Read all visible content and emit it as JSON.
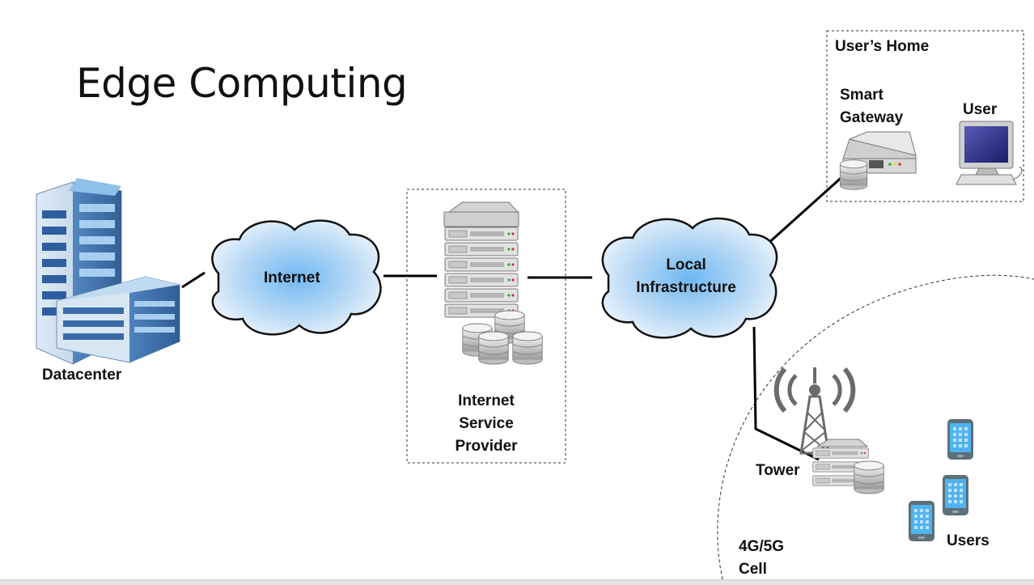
{
  "slide": {
    "title": "Edge Computing"
  },
  "nodes": {
    "datacenter": "Datacenter",
    "internet": "Internet",
    "isp": [
      "Internet",
      "Service",
      "Provider"
    ],
    "local_infrastructure": [
      "Local",
      "Infrastructure"
    ],
    "users_home": "User’s Home",
    "smart_gateway": [
      "Smart",
      "Gateway"
    ],
    "user": "User",
    "tower": "Tower",
    "users": "Users",
    "cell": [
      "4G/5G",
      "Cell"
    ]
  },
  "colors": {
    "cloud_fill": "#cde4f7",
    "cloud_center": "#6fb8f2",
    "phone_screen": "#4fb3f0",
    "link_line": "#000000"
  },
  "icons": [
    "building-icon",
    "cloud-icon",
    "server-rack-icon",
    "database-icon",
    "gateway-icon",
    "computer-icon",
    "tower-icon",
    "phone-icon"
  ]
}
